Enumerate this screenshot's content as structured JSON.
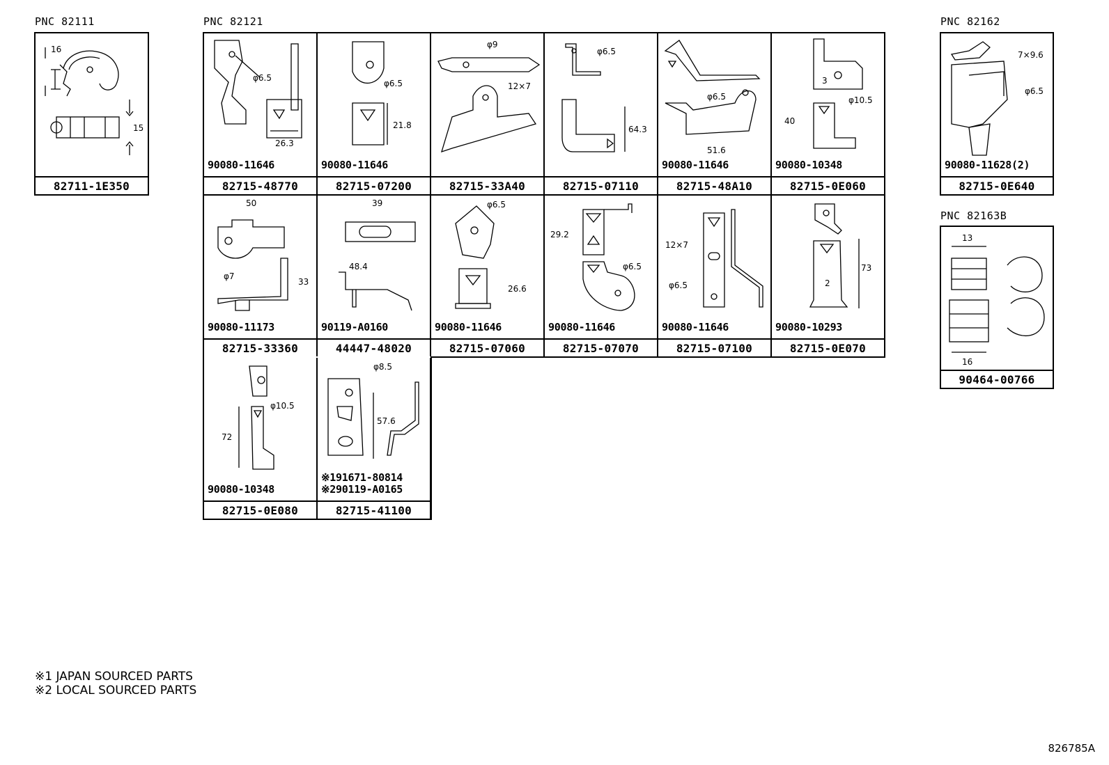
{
  "pnc_labels": {
    "p82111": "PNC 82111",
    "p82121": "PNC 82121",
    "p82162": "PNC 82162",
    "p82163b": "PNC 82163B"
  },
  "clip_82111": {
    "dims": [
      "16",
      "15"
    ],
    "part_number": "82711-1E350"
  },
  "grid_82121": [
    {
      "part_number": "82715-48770",
      "bolt": "90080-11646",
      "dims": [
        "φ6.5",
        "26.3"
      ]
    },
    {
      "part_number": "82715-07200",
      "bolt": "90080-11646",
      "dims": [
        "φ6.5",
        "21.8"
      ]
    },
    {
      "part_number": "82715-33A40",
      "bolt": "",
      "dims": [
        "φ9",
        "12×7"
      ]
    },
    {
      "part_number": "82715-07110",
      "bolt": "",
      "dims": [
        "φ6.5",
        "64.3"
      ]
    },
    {
      "part_number": "82715-48A10",
      "bolt": "90080-11646",
      "dims": [
        "φ6.5",
        "51.6"
      ]
    },
    {
      "part_number": "82715-0E060",
      "bolt": "90080-10348",
      "dims": [
        "3",
        "φ10.5",
        "40"
      ]
    },
    {
      "part_number": "82715-33360",
      "bolt": "90080-11173",
      "dims": [
        "50",
        "φ7",
        "33"
      ]
    },
    {
      "part_number": "44447-48020",
      "bolt": "90119-A0160",
      "dims": [
        "39",
        "48.4"
      ]
    },
    {
      "part_number": "82715-07060",
      "bolt": "90080-11646",
      "dims": [
        "φ6.5",
        "26.6"
      ]
    },
    {
      "part_number": "82715-07070",
      "bolt": "90080-11646",
      "dims": [
        "29.2",
        "φ6.5"
      ]
    },
    {
      "part_number": "82715-07100",
      "bolt": "90080-11646",
      "dims": [
        "12×7",
        "φ6.5"
      ]
    },
    {
      "part_number": "82715-0E070",
      "bolt": "90080-10293",
      "dims": [
        "2",
        "73"
      ]
    },
    {
      "part_number": "82715-0E080",
      "bolt": "90080-10348",
      "dims": [
        "φ10.5",
        "72"
      ]
    },
    {
      "part_number": "82715-41100",
      "bolt": "",
      "bolt_lines": [
        "※191671-80814",
        "※290119-A0165"
      ],
      "dims": [
        "φ8.5",
        "57.6"
      ]
    }
  ],
  "bracket_82162": {
    "part_number": "82715-0E640",
    "bolt": "90080-11628(2)",
    "dims": [
      "7×9.6",
      "φ6.5"
    ]
  },
  "clamp_82163b": {
    "part_number": "90464-00766",
    "dims": [
      "13",
      "16"
    ]
  },
  "notes": [
    "※1 JAPAN SOURCED PARTS",
    "※2 LOCAL SOURCED PARTS"
  ],
  "diagram_id": "826785A"
}
